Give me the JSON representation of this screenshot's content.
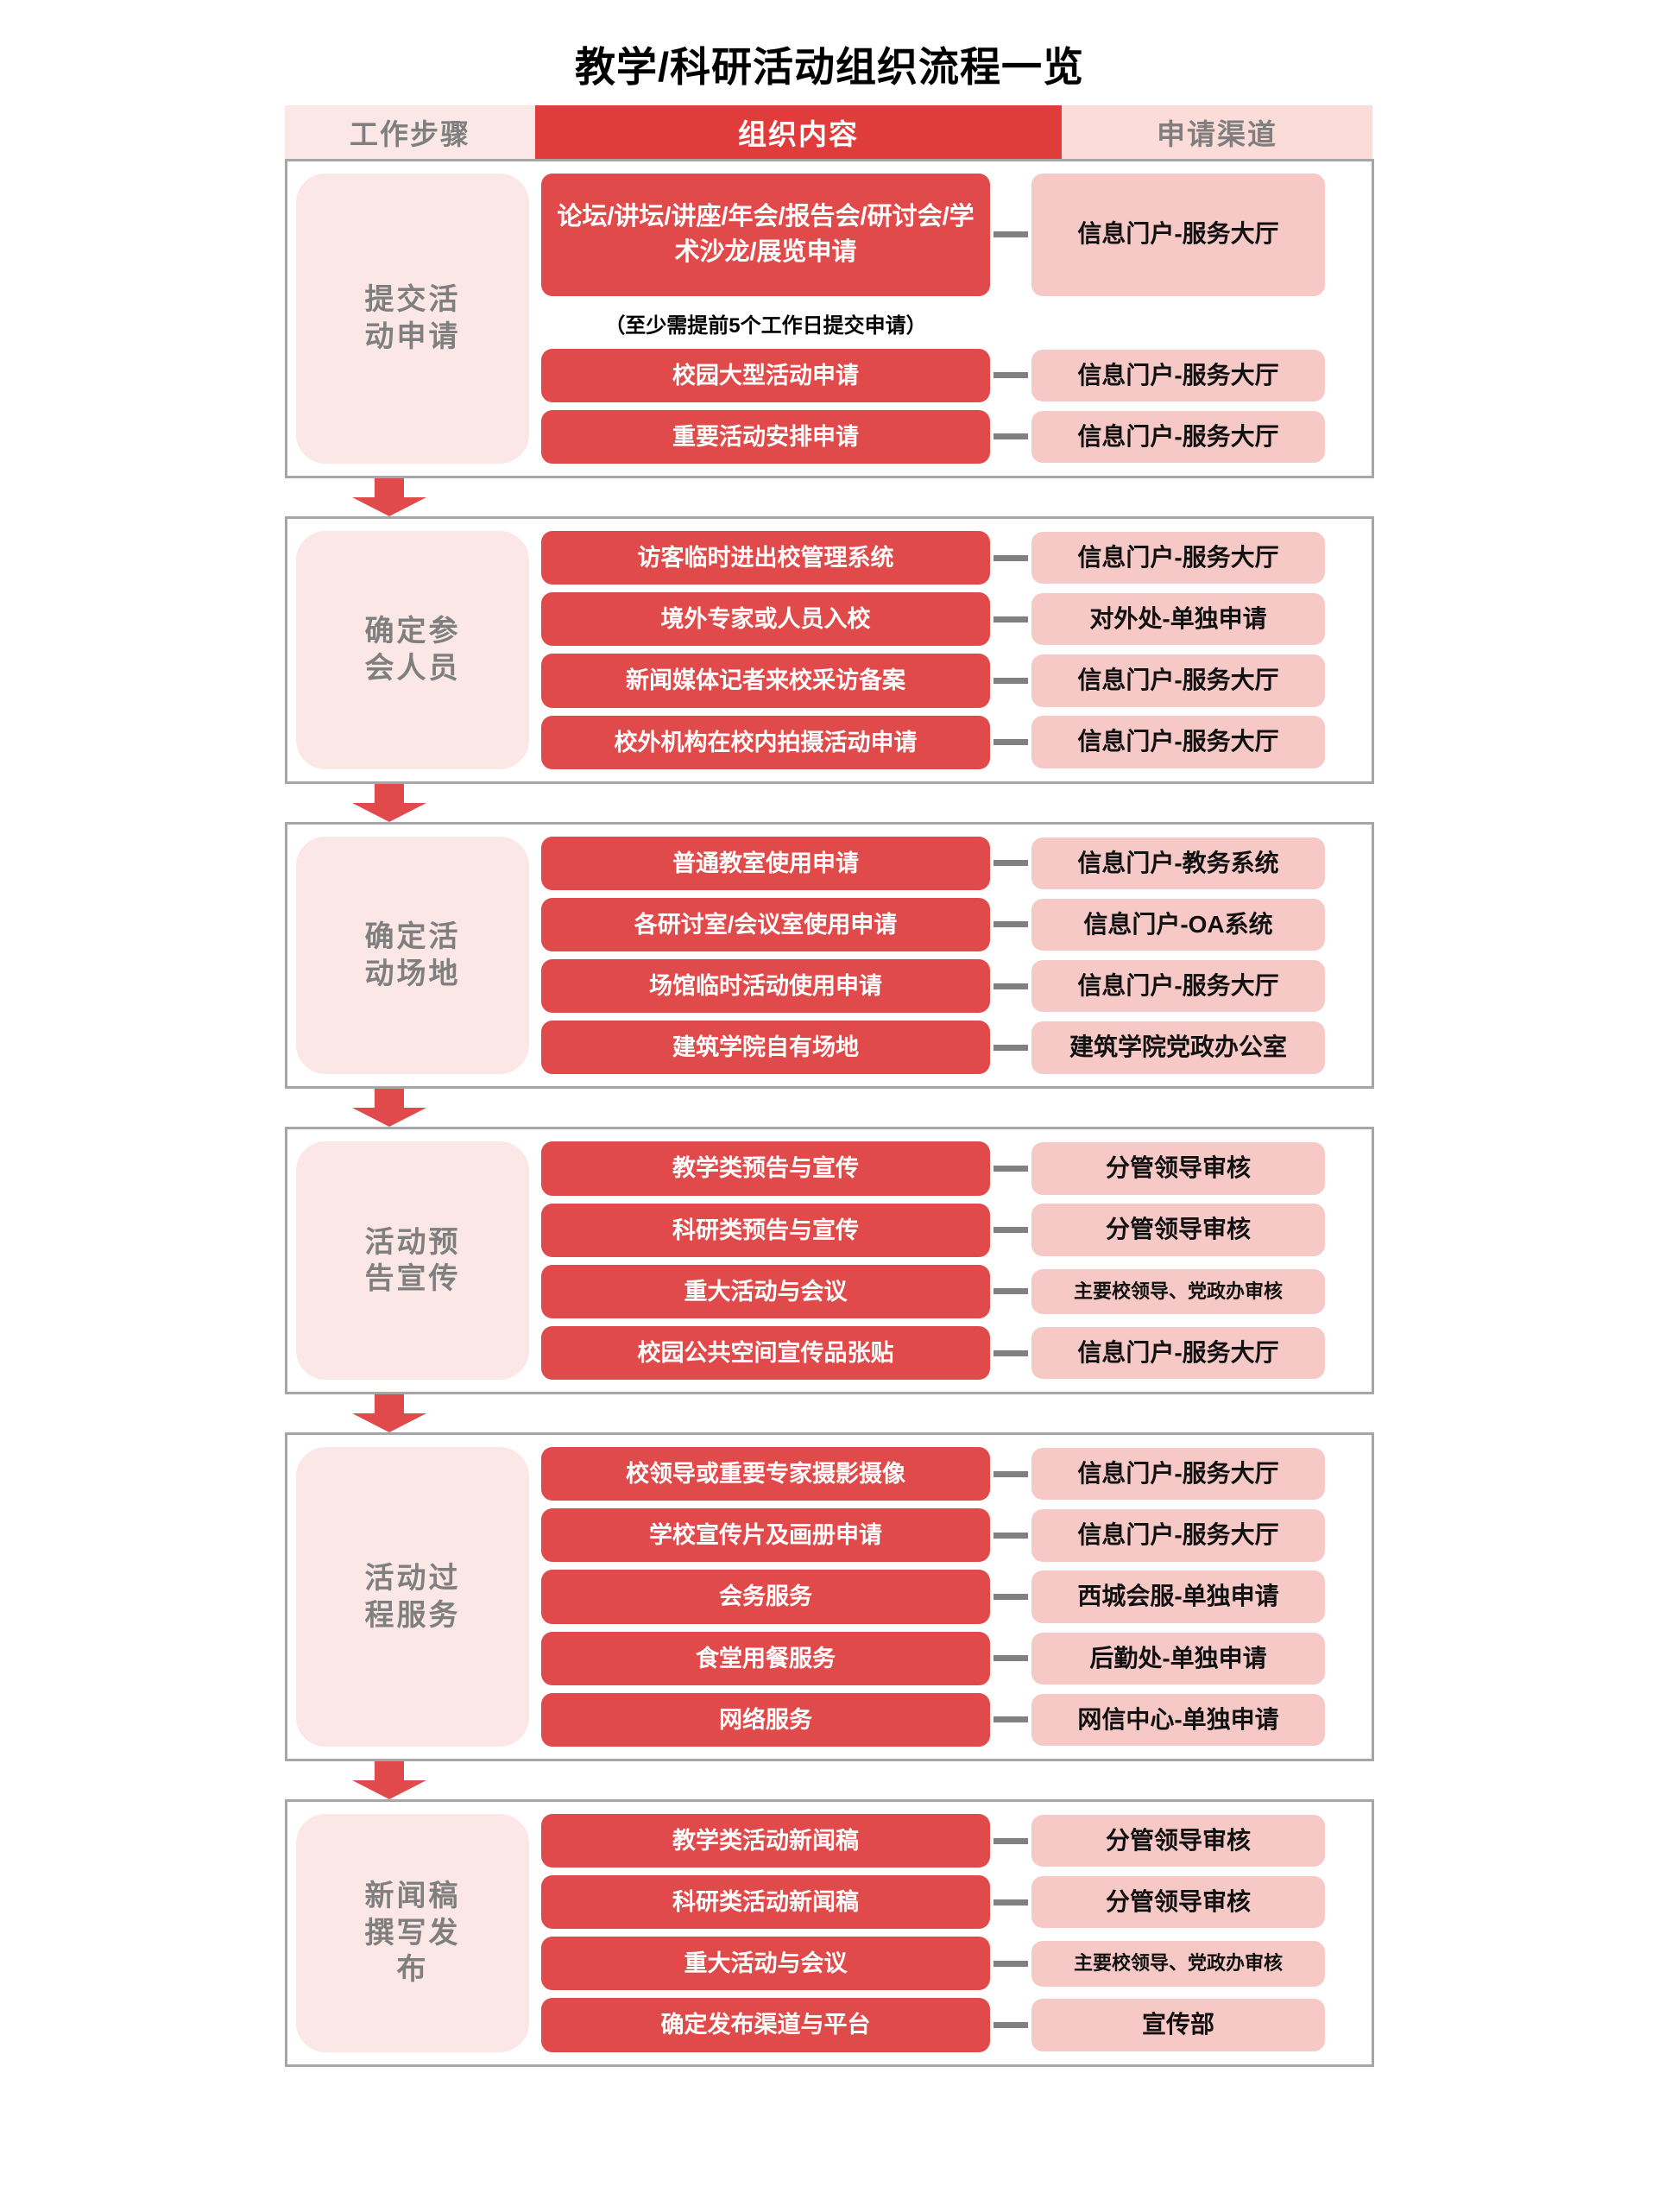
{
  "title": "教学/科研活动组织流程一览",
  "headers": {
    "steps": "工作步骤",
    "content": "组织内容",
    "channel": "申请渠道"
  },
  "colors": {
    "accent_red": "#e04a4a",
    "header_red": "#e03c3c",
    "pink_cell": "#f6c9c6",
    "pale_pink": "#fbe7e6",
    "header_pink": "#fbdcd9",
    "gray_text": "#7f7f7f",
    "border_gray": "#a6a6a6",
    "connector_gray": "#808080"
  },
  "steps": [
    {
      "label": "提交活\n动申请",
      "rows": [
        {
          "content": "论坛/讲坛/讲座/年会/报告会/研讨会/学术沙龙/展览申请",
          "channel": "信息门户-服务大厅",
          "tall": true
        },
        {
          "note": "（至少需提前5个工作日提交申请）"
        },
        {
          "content": "校园大型活动申请",
          "channel": "信息门户-服务大厅"
        },
        {
          "content": "重要活动安排申请",
          "channel": "信息门户-服务大厅"
        }
      ]
    },
    {
      "label": "确定参\n会人员",
      "rows": [
        {
          "content": "访客临时进出校管理系统",
          "channel": "信息门户-服务大厅"
        },
        {
          "content": "境外专家或人员入校",
          "channel": "对外处-单独申请"
        },
        {
          "content": "新闻媒体记者来校采访备案",
          "channel": "信息门户-服务大厅"
        },
        {
          "content": "校外机构在校内拍摄活动申请",
          "channel": "信息门户-服务大厅"
        }
      ]
    },
    {
      "label": "确定活\n动场地",
      "rows": [
        {
          "content": "普通教室使用申请",
          "channel": "信息门户-教务系统"
        },
        {
          "content": "各研讨室/会议室使用申请",
          "channel": "信息门户-OA系统"
        },
        {
          "content": "场馆临时活动使用申请",
          "channel": "信息门户-服务大厅"
        },
        {
          "content": "建筑学院自有场地",
          "channel": "建筑学院党政办公室"
        }
      ]
    },
    {
      "label": "活动预\n告宣传",
      "rows": [
        {
          "content": "教学类预告与宣传",
          "channel": "分管领导审核"
        },
        {
          "content": "科研类预告与宣传",
          "channel": "分管领导审核"
        },
        {
          "content": "重大活动与会议",
          "channel": "主要校领导、党政办审核",
          "small": true
        },
        {
          "content": "校园公共空间宣传品张贴",
          "channel": "信息门户-服务大厅"
        }
      ]
    },
    {
      "label": "活动过\n程服务",
      "rows": [
        {
          "content": "校领导或重要专家摄影摄像",
          "channel": "信息门户-服务大厅"
        },
        {
          "content": "学校宣传片及画册申请",
          "channel": "信息门户-服务大厅"
        },
        {
          "content": "会务服务",
          "channel": "西城会服-单独申请"
        },
        {
          "content": "食堂用餐服务",
          "channel": "后勤处-单独申请"
        },
        {
          "content": "网络服务",
          "channel": "网信中心-单独申请"
        }
      ]
    },
    {
      "label": "新闻稿\n撰写发\n布",
      "rows": [
        {
          "content": "教学类活动新闻稿",
          "channel": "分管领导审核"
        },
        {
          "content": "科研类活动新闻稿",
          "channel": "分管领导审核"
        },
        {
          "content": "重大活动与会议",
          "channel": "主要校领导、党政办审核",
          "small": true
        },
        {
          "content": "确定发布渠道与平台",
          "channel": "宣传部"
        }
      ]
    }
  ]
}
